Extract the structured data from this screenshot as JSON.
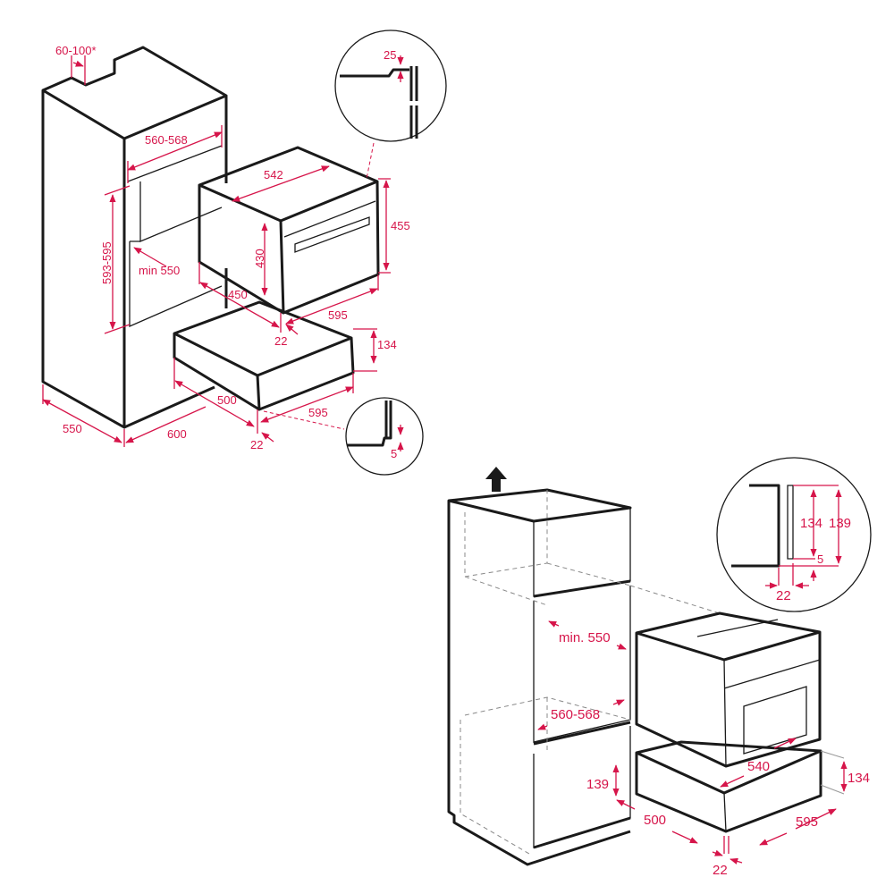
{
  "colors": {
    "dimension": "#d6154a",
    "outline": "#1a1a1a"
  },
  "top_diagram": {
    "labels": {
      "ventilation_gap": "60-100*",
      "detail_25": "25",
      "niche_width": "560-568",
      "oven_width_back": "542",
      "oven_height": "455",
      "oven_body_height": "430",
      "niche_height": "593-595",
      "niche_depth": "min 550",
      "oven_depth": "450",
      "oven_front_width": "595",
      "oven_front_thickness": "22",
      "drawer_height": "134",
      "drawer_depth": "500",
      "drawer_width": "595",
      "drawer_front_thickness": "22",
      "cabinet_depth": "550",
      "cabinet_width": "600",
      "detail_5": "5"
    }
  },
  "bottom_diagram": {
    "labels": {
      "detail_134": "134",
      "detail_139": "139",
      "detail_5": "5",
      "detail_22": "22",
      "niche_depth": "min. 550",
      "niche_width": "560-568",
      "drawer_niche_height": "139",
      "drawer_width_back": "540",
      "drawer_height": "134",
      "drawer_depth": "500",
      "drawer_width": "595",
      "drawer_front_thickness": "22"
    },
    "arrow_icon": "up-arrow-icon"
  }
}
